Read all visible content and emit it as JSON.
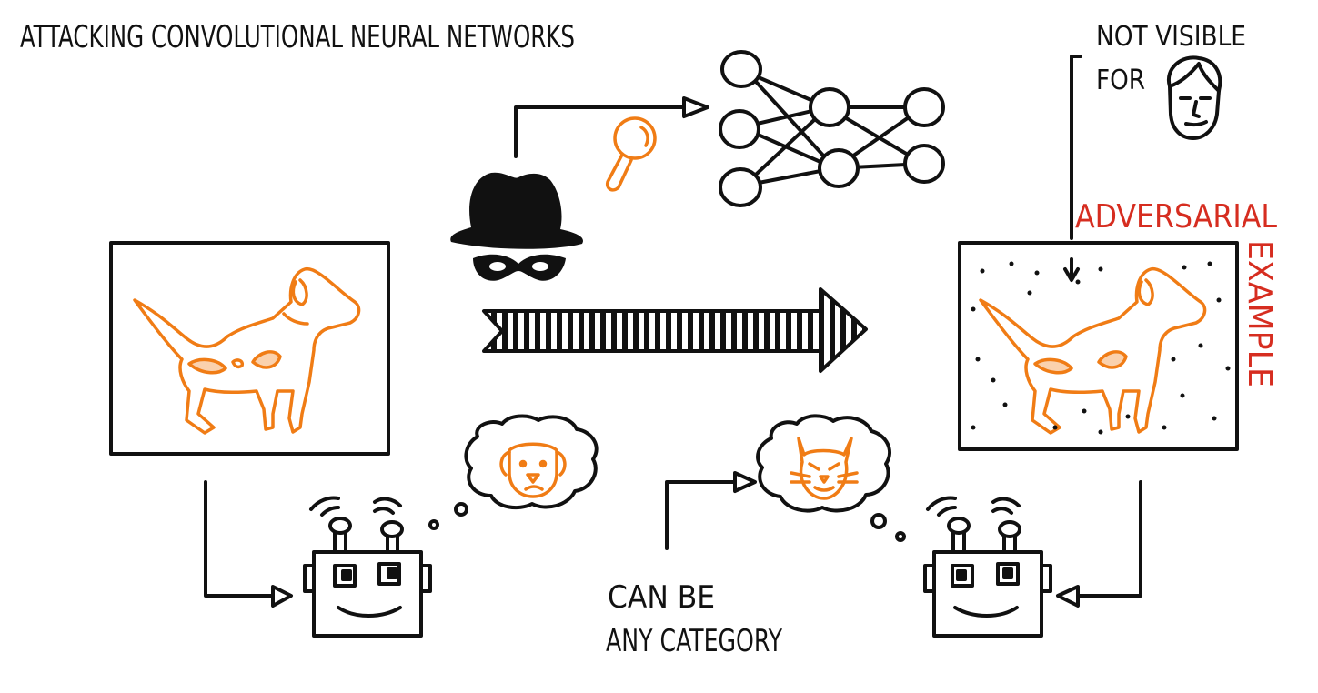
{
  "title": "ATTACKING CONVOLUTIONAL NEURAL NETWORKS",
  "labels": {
    "not_visible_line1": "NOT VISIBLE",
    "not_visible_line2": "FOR",
    "adversarial": "ADVERSARIAL",
    "example": "EXAMPLE",
    "category_line1": "CAN BE",
    "category_line2": "ANY CATEGORY"
  },
  "colors": {
    "ink": "#111111",
    "accent": "#f07c15",
    "highlight": "#d62d20"
  },
  "icons": {
    "attacker": "spy-hat-mask-icon",
    "inspect": "magnifier-icon",
    "network": "neural-network-icon",
    "human": "human-face-icon",
    "robot": "robot-icon",
    "dog_thought": "dog-face-icon",
    "cat_thought": "cat-face-icon"
  }
}
